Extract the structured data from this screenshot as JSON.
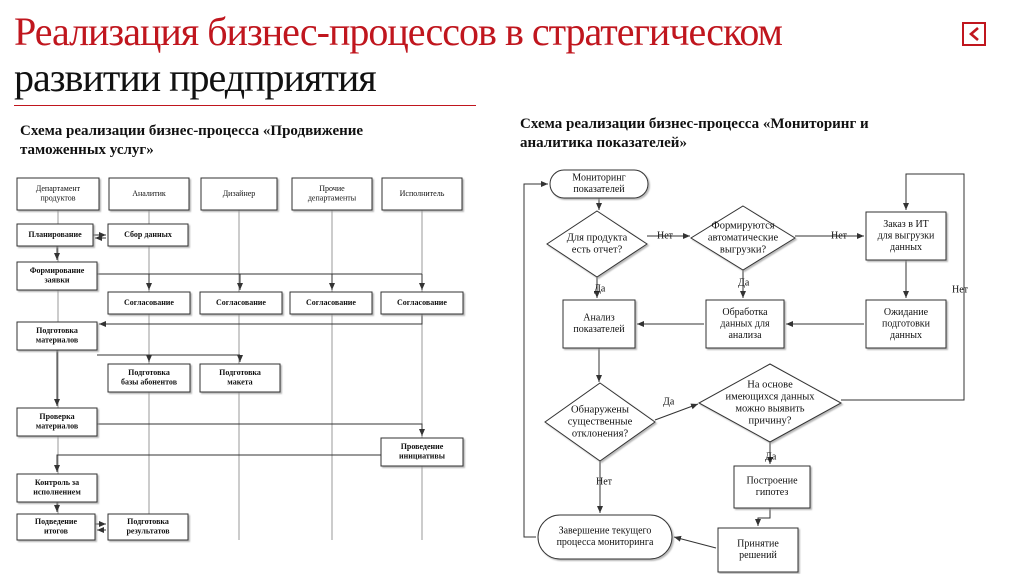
{
  "slide": {
    "title_line1": "Реализация бизнес-процессов в стратегическом",
    "title_line2": "развитии предприятия",
    "back_icon": "chevron-left-icon",
    "accent_color": "#c0161e"
  },
  "left": {
    "caption_line1": "Схема реализации бизнес-процесса «Продвижение",
    "caption_line2": "таможенных услуг»",
    "lanes": {
      "dept_products": [
        "Департамент",
        "продуктов"
      ],
      "analyst": [
        "Аналитик"
      ],
      "designer": [
        "Дизайнер"
      ],
      "other_depts": [
        "Прочие",
        "департаменты"
      ],
      "executor": [
        "Исполнитель"
      ]
    },
    "boxes": {
      "planning": [
        "Планирование"
      ],
      "data_collection": [
        "Сбор данных"
      ],
      "request_forming": [
        "Формирование",
        "заявки"
      ],
      "agree_analyst": [
        "Согласование"
      ],
      "agree_designer": [
        "Согласование"
      ],
      "agree_other": [
        "Согласование"
      ],
      "agree_executor": [
        "Согласование"
      ],
      "prep_materials": [
        "Подготовка",
        "материалов"
      ],
      "prep_subscribers": [
        "Подготовка",
        "базы абонентов"
      ],
      "prep_layout": [
        "Подготовка",
        "макета"
      ],
      "check_materials": [
        "Проверка",
        "материалов"
      ],
      "run_initiative": [
        "Проведение",
        "инициативы"
      ],
      "control": [
        "Контроль за",
        "исполнением"
      ],
      "summing_up": [
        "Подведение",
        "итогов"
      ],
      "prep_results": [
        "Подготовка",
        "результатов"
      ]
    }
  },
  "right": {
    "caption_line1": "Схема реализации бизнес-процесса «Мониторинг и",
    "caption_line2": "аналитика показателей»",
    "nodes": {
      "monitoring": [
        "Мониторинг",
        "показателей"
      ],
      "report_q": [
        "Для продукта",
        "есть отчет?"
      ],
      "auto_q": [
        "Формируются",
        "автоматические",
        "выгрузки?"
      ],
      "it_order": [
        "Заказ в ИТ",
        "для выгрузки",
        "данных"
      ],
      "analysis": [
        "Анализ",
        "показателей"
      ],
      "processing": [
        "Обработка",
        "данных для",
        "анализа"
      ],
      "waiting": [
        "Ожидание",
        "подготовки",
        "данных"
      ],
      "deviation_q": [
        "Обнаружены",
        "существенные",
        "отклонения?"
      ],
      "cause_q": [
        "На основе",
        "имеющихся данных",
        "можно выявить",
        "причину?"
      ],
      "hypotheses": [
        "Построение",
        "гипотез"
      ],
      "finish": [
        "Завершение текущего",
        "процесса мониторинга"
      ],
      "decision": [
        "Принятие",
        "решений"
      ]
    },
    "labels": {
      "no": "Нет",
      "yes": "Да"
    }
  }
}
